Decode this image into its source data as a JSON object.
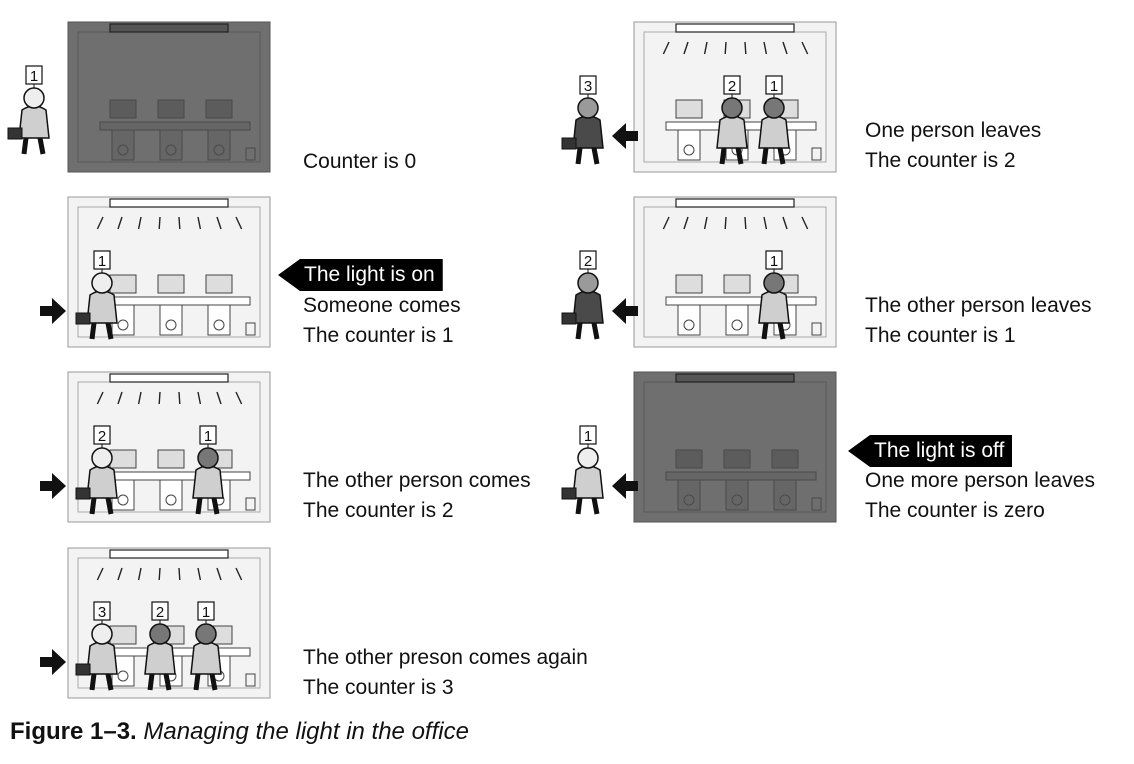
{
  "panels": [
    {
      "id": "p1",
      "lit": false,
      "arrow": "none",
      "numbers": [
        "1"
      ],
      "lines": [
        "Counter is 0"
      ],
      "banner": ""
    },
    {
      "id": "p2",
      "lit": true,
      "arrow": "in",
      "numbers": [
        "1"
      ],
      "lines": [
        "Someone comes",
        "The counter is 1"
      ],
      "banner": "The light is on"
    },
    {
      "id": "p3",
      "lit": true,
      "arrow": "in",
      "numbers": [
        "2",
        "1"
      ],
      "lines": [
        "The other person comes",
        "The counter is 2"
      ],
      "banner": ""
    },
    {
      "id": "p4",
      "lit": true,
      "arrow": "in",
      "numbers": [
        "3",
        "2",
        "1"
      ],
      "lines": [
        "The other preson comes again",
        "The counter is 3"
      ],
      "banner": ""
    },
    {
      "id": "p5",
      "lit": true,
      "arrow": "out",
      "numbers": [
        "3",
        "2",
        "1"
      ],
      "lines": [
        "One person leaves",
        "The counter is 2"
      ],
      "banner": ""
    },
    {
      "id": "p6",
      "lit": true,
      "arrow": "out",
      "numbers": [
        "2",
        "1"
      ],
      "lines": [
        "The other person leaves",
        "The counter is 1"
      ],
      "banner": ""
    },
    {
      "id": "p7",
      "lit": false,
      "arrow": "out",
      "numbers": [
        "1"
      ],
      "lines": [
        "One more person leaves",
        "The counter is zero"
      ],
      "banner": "The light is off"
    }
  ],
  "caption": {
    "label": "Figure 1–3.",
    "title": "Managing the light in the office"
  },
  "colors": {
    "dark_room": "#6f6f6f",
    "light_room": "#f3f3f3",
    "arrow": "#111111",
    "banner": "#000000"
  }
}
